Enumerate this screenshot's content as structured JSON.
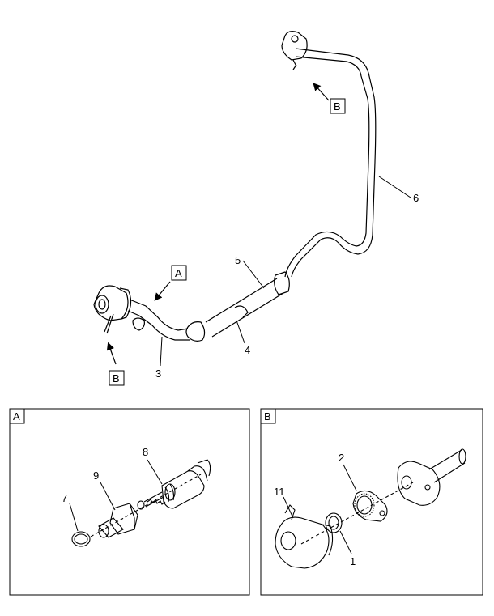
{
  "main_view": {
    "callouts": {
      "c3": "3",
      "c4": "4",
      "c5": "5",
      "c6": "6"
    },
    "view_refs": {
      "a_top": "A",
      "b_top": "B",
      "b_bottom": "B"
    }
  },
  "detail_a": {
    "title": "A",
    "callouts": {
      "c7": "7",
      "c8": "8",
      "c9": "9"
    }
  },
  "detail_b": {
    "title": "B",
    "callouts": {
      "c1": "1",
      "c2": "2",
      "c11": "11"
    }
  }
}
